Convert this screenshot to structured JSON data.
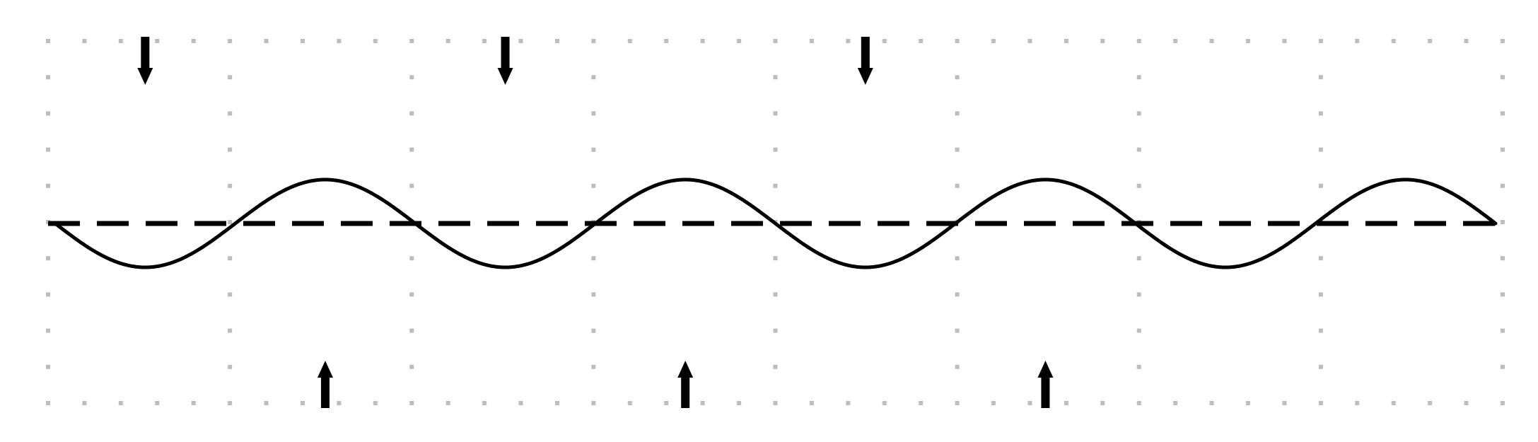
{
  "diagram": {
    "wave": {
      "shape": "sinusoid",
      "periods": 4,
      "starts": "descending"
    },
    "baseline": {
      "style": "dashed"
    },
    "grid": {
      "style": "dotted",
      "columns": 8,
      "rows": 10
    },
    "arrows_top": {
      "direction": "down",
      "count": 3
    },
    "arrows_bottom": {
      "direction": "up",
      "count": 3
    },
    "colors": {
      "ink": "#000000",
      "grid_dot": "#bdbdbd",
      "background": "#ffffff"
    }
  }
}
